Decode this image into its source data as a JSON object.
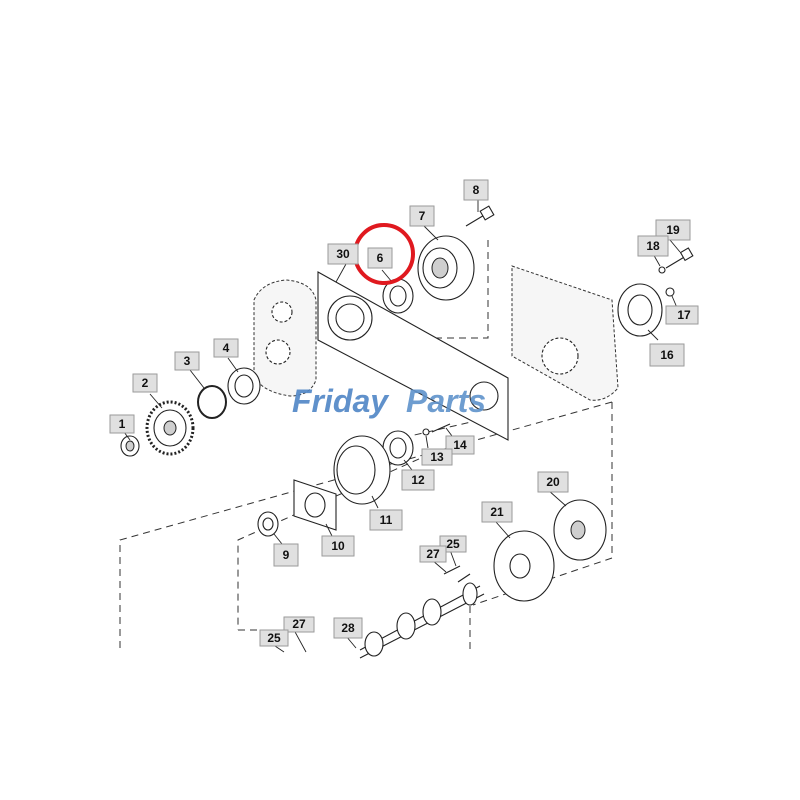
{
  "watermark": {
    "word1": "Friday",
    "word2": "Parts",
    "color": "#4f86c6"
  },
  "highlight": {
    "target_callout": "6",
    "color": "#e0191f"
  },
  "callouts": [
    "1",
    "2",
    "3",
    "4",
    "6",
    "7",
    "8",
    "30",
    "19",
    "18",
    "17",
    "16",
    "14",
    "13",
    "12",
    "11",
    "10",
    "9",
    "20",
    "21",
    "25",
    "27",
    "28"
  ]
}
